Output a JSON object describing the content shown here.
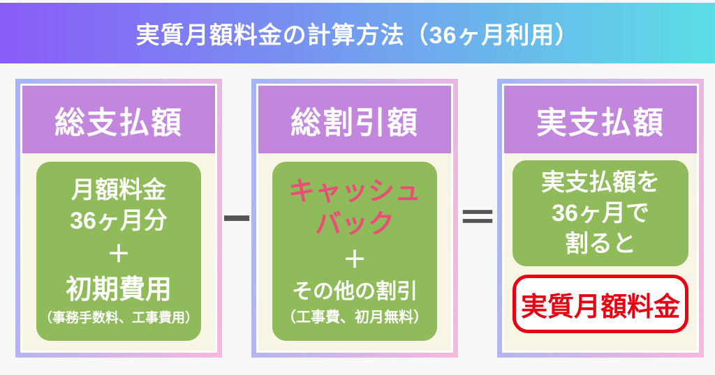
{
  "header": {
    "title": "実質月額料金の計算方法（36ヶ月利用）"
  },
  "operators": {
    "minus": "−",
    "equals": "＝"
  },
  "col1": {
    "title": "総支払額",
    "line1": "月額料金",
    "line2": "36ヶ月分",
    "plus": "＋",
    "line3": "初期費用",
    "note": "（事務手数料、工事費用）"
  },
  "col2": {
    "title": "総割引額",
    "highlight1": "キャッシュ",
    "highlight2": "バック",
    "plus": "＋",
    "line": "その他の割引",
    "note": "（工事費、初月無料）"
  },
  "col3": {
    "title": "実支払額",
    "line1": "実支払額を",
    "line2": "36ヶ月で",
    "line3": "割ると",
    "result": "実質月額料金"
  },
  "colors": {
    "header_gradient_from": "#8a5cf7",
    "header_gradient_to": "#5cdee6",
    "card_border_from": "#a3b6f3",
    "card_border_to": "#f9b7de",
    "card_bg": "#f9f5e6",
    "panel_purple": "#c287dd",
    "panel_green": "#8fbb5a",
    "accent_pink": "#e94d78",
    "accent_red": "#e60012",
    "operator_gray": "#555555",
    "page_bg": "#f8f8f8"
  }
}
